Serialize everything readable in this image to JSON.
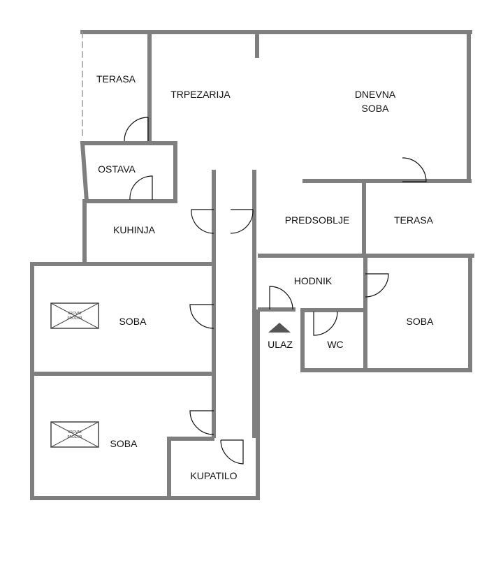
{
  "colors": {
    "wall": "#7f7f7f",
    "wall_dark": "#555555",
    "door": "#111111",
    "background": "#ffffff"
  },
  "rooms": {
    "terasa_top": "TERASA",
    "trpezarija": "TRPEZARIJA",
    "dnevna_line1": "DNEVNA",
    "dnevna_line2": "SOBA",
    "ostava": "OSTAVA",
    "kuhinja": "KUHINJA",
    "predsoblje": "PREDSOBLJE",
    "terasa_right": "TERASA",
    "hodnik": "HODNIK",
    "soba_left_upper": "SOBA",
    "soba_right": "SOBA",
    "wc": "WC",
    "ulaz": "ULAZ",
    "soba_left_lower": "SOBA",
    "kupatilo": "KUPATILO"
  },
  "skylights": {
    "upper_line1": "KROVNI",
    "upper_line2": "PROZOR",
    "lower_line1": "KROVNI",
    "lower_line2": "PROZOR"
  },
  "icons": {
    "entrance": "entrance-arrow-icon",
    "skylight": "skylight-icon"
  }
}
